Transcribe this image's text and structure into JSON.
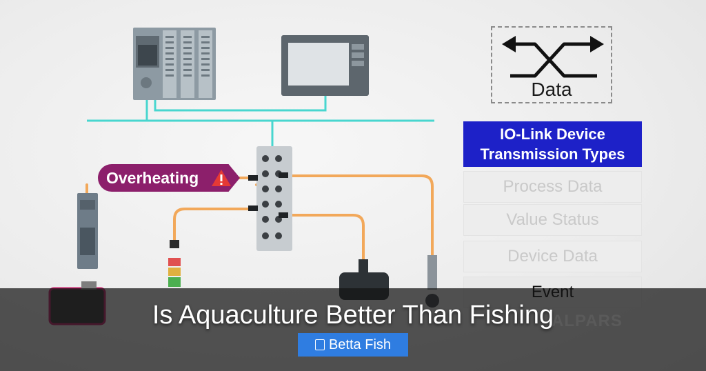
{
  "data_box": {
    "label": "Data"
  },
  "badge": {
    "text": "Overheating"
  },
  "io_table": {
    "header_line1": "IO-Link Device",
    "header_line2": "Transmission Types",
    "rows": [
      "Process Data",
      "Value Status",
      "Device Data",
      "Event"
    ],
    "active_row": "Event"
  },
  "watermark": "ALPARS",
  "caption": {
    "title": "Is Aquaculture Better Than Fishing",
    "category": "Betta Fish"
  },
  "colors": {
    "network_line": "#48d6cf",
    "cable": "#f2a85a",
    "header_bg": "#1d21c8",
    "badge_bg": "#8c1f6b",
    "pill_bg": "#2f7de1"
  }
}
